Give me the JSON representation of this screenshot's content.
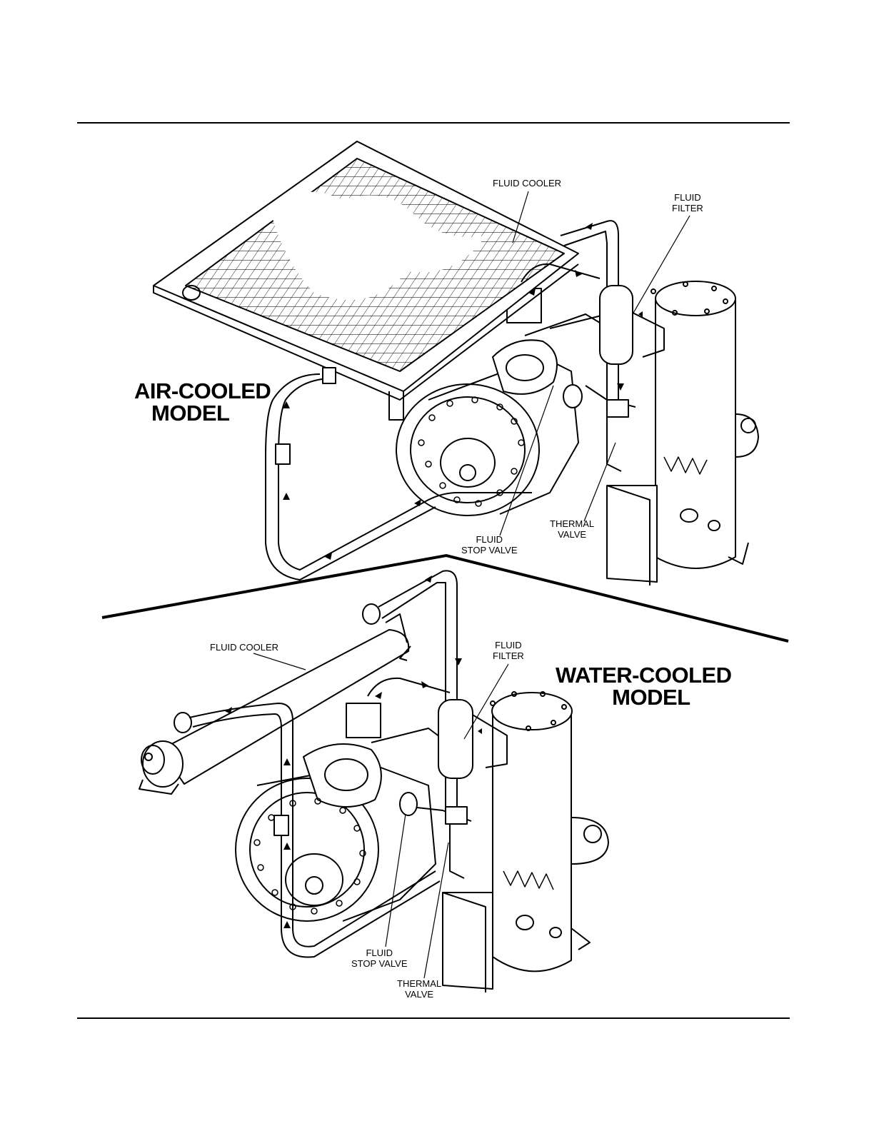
{
  "air_cooled": {
    "title_line1": "AIR-COOLED",
    "title_line2": "MODEL",
    "labels": {
      "fluid_cooler": "FLUID COOLER",
      "fluid_filter_1": "FLUID",
      "fluid_filter_2": "FILTER",
      "thermal_valve_1": "THERMAL",
      "thermal_valve_2": "VALVE",
      "stop_valve_1": "FLUID",
      "stop_valve_2": "STOP VALVE"
    }
  },
  "water_cooled": {
    "title_line1": "WATER-COOLED",
    "title_line2": "MODEL",
    "labels": {
      "fluid_cooler": "FLUID COOLER",
      "fluid_filter_1": "FLUID",
      "fluid_filter_2": "FILTER",
      "stop_valve_1": "FLUID",
      "stop_valve_2": "STOP VALVE",
      "thermal_valve_1": "THERMAL",
      "thermal_valve_2": "VALVE"
    }
  }
}
